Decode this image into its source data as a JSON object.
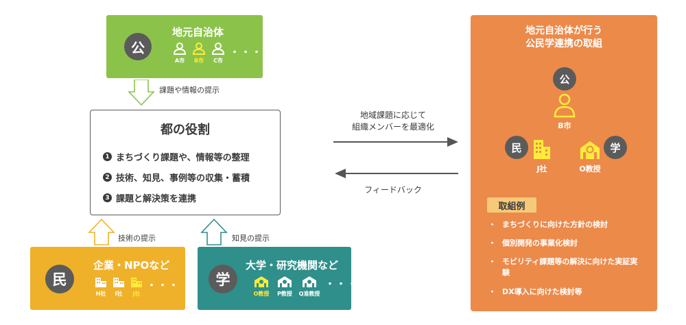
{
  "public_box": {
    "letter": "公",
    "title": "地元自治体",
    "persons": [
      "A市",
      "B市",
      "C市"
    ],
    "ellipsis": "・・・"
  },
  "arrow_down_label": "課題や情報の提示",
  "role_box": {
    "title": "都の役割",
    "items": [
      {
        "num": "1",
        "text": "まちづくり課題や、情報等の整理"
      },
      {
        "num": "2",
        "text": "技術、知見、事例等の収集・蓄積"
      },
      {
        "num": "3",
        "text": "課題と解決策を連携"
      }
    ]
  },
  "right_arrow_label_1": "地域課題に応じて",
  "right_arrow_label_2": "組織メンバーを最適化",
  "left_arrow_label": "フィードバック",
  "arrow_up_min_label": "技術の提示",
  "arrow_up_gaku_label": "知見の提示",
  "private_box": {
    "letter": "民",
    "title": "企業・NPOなど",
    "companies": [
      "H社",
      "I社",
      "J社"
    ],
    "ellipsis": "・・・"
  },
  "academic_box": {
    "letter": "学",
    "title": "大学・研究機関など",
    "profs": [
      "O教授",
      "P教授",
      "Q准教授"
    ],
    "ellipsis": "・・・"
  },
  "panel": {
    "title_line1": "地元自治体が行う",
    "title_line2": "公民学連携の取組",
    "kou": "公",
    "city": "B市",
    "min": "民",
    "company": "J社",
    "gaku": "学",
    "prof": "O教授",
    "examples_label": "取組例",
    "examples": [
      "まちづくりに向けた方針の検討",
      "個別開発の事業化検討",
      "モビリティ課題等の解決に向けた実証実験",
      "DX導入に向けた検討等"
    ],
    "bullet": "・"
  },
  "colors": {
    "public": "#8bc34a",
    "private": "#efb12a",
    "academic": "#2f8f8a",
    "panel": "#ec8a4a",
    "highlight_yellow": "#ffeb3b",
    "circle_dark": "#5b5b5b"
  }
}
